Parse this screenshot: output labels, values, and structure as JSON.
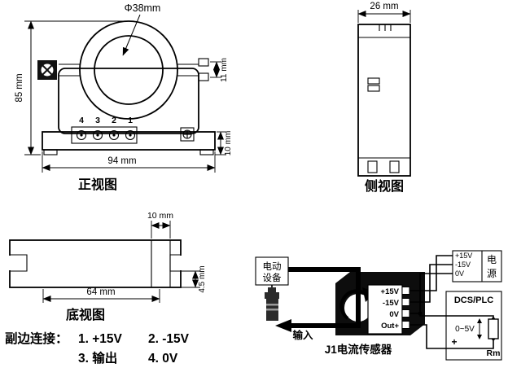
{
  "front_view": {
    "title": "正视图",
    "dim_diameter": "Φ38mm",
    "dim_height": "85 mm",
    "dim_width": "94 mm",
    "dim_tab": "11 mm",
    "dim_base": "10 mm",
    "pins": [
      "4",
      "3",
      "2",
      "1"
    ]
  },
  "side_view": {
    "title": "侧视图",
    "dim_width": "26 mm"
  },
  "bottom_view": {
    "title": "底视图",
    "dim_slot": "10 mm",
    "dim_length": "64 mm",
    "dim_notch": "4.5 mm"
  },
  "secondary": {
    "label": "副边连接：",
    "item1": "1. +15V",
    "item2": "2. -15V",
    "item3": "3. 输出",
    "item4": "4. 0V"
  },
  "wiring": {
    "title": "J1电流传感器",
    "device_line1": "电动",
    "device_line2": "设备",
    "input_label": "输入",
    "terminals": [
      "+15V",
      "-15V",
      "0V",
      "Out+"
    ],
    "power_rows": [
      "+15V",
      "-15V",
      "0V"
    ],
    "power_name_1": "电",
    "power_name_2": "源",
    "dcs_label": "DCS/PLC",
    "voltage_label": "0~5V",
    "rm_label": "Rm",
    "plus_label": "+"
  }
}
